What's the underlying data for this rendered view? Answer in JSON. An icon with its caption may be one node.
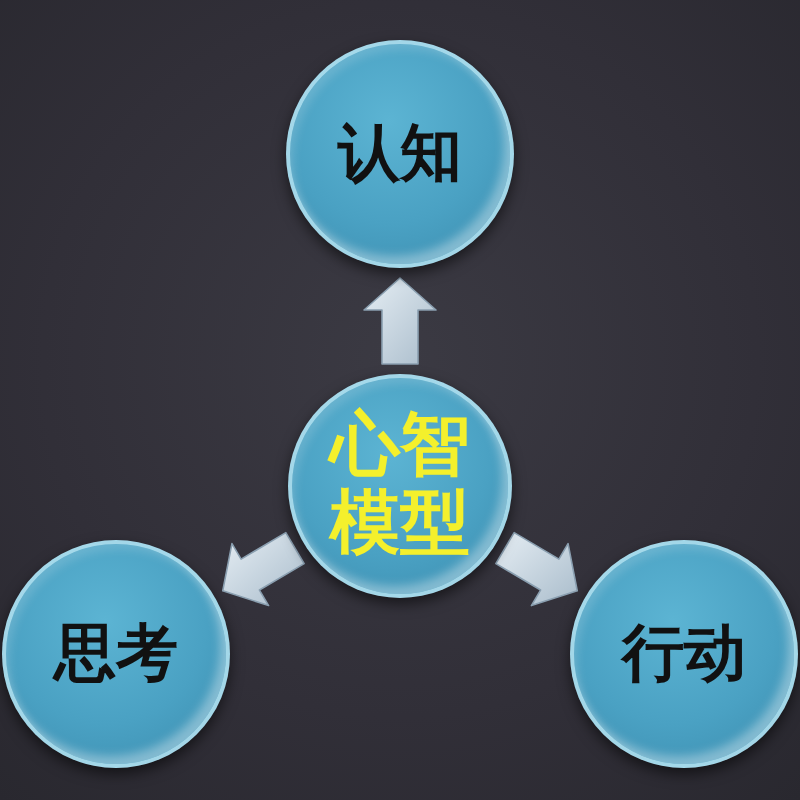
{
  "diagram": {
    "nodes": [
      {
        "text": [
          "认知"
        ]
      },
      {
        "text": [
          "心智模型"
        ]
      },
      {
        "text": [
          "思考"
        ]
      },
      {
        "text": [
          "行动"
        ]
      }
    ],
    "edges": [
      {
        "from": 1,
        "to": 0,
        "arrow": "to"
      },
      {
        "from": 1,
        "to": 2,
        "arrow": "to"
      },
      {
        "from": 1,
        "to": 3,
        "arrow": "to"
      }
    ]
  }
}
